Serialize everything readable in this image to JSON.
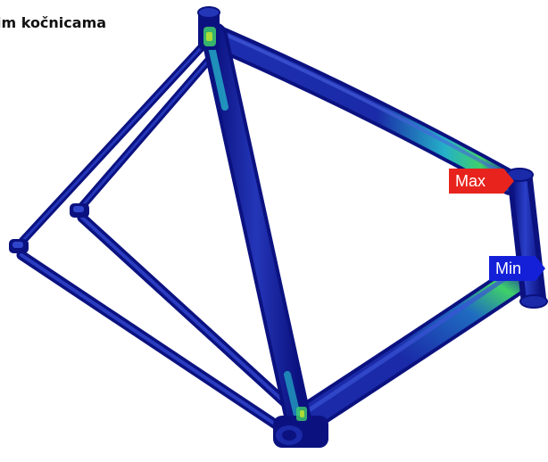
{
  "title": "im kočnicama",
  "probes": {
    "max": {
      "label": "Max",
      "color": "#e8231d"
    },
    "min": {
      "label": "Min",
      "color": "#1420d8"
    }
  },
  "colors": {
    "tube_dark": "#0b1280",
    "tube_base": "#1a2aa8",
    "tube_highlight": "#3a52d6",
    "stress_cyan": "#25b0c8",
    "stress_green": "#3fd06a",
    "stress_yellow": "#b8e030"
  },
  "icons": [
    "bicycle-frame-stress-plot"
  ]
}
